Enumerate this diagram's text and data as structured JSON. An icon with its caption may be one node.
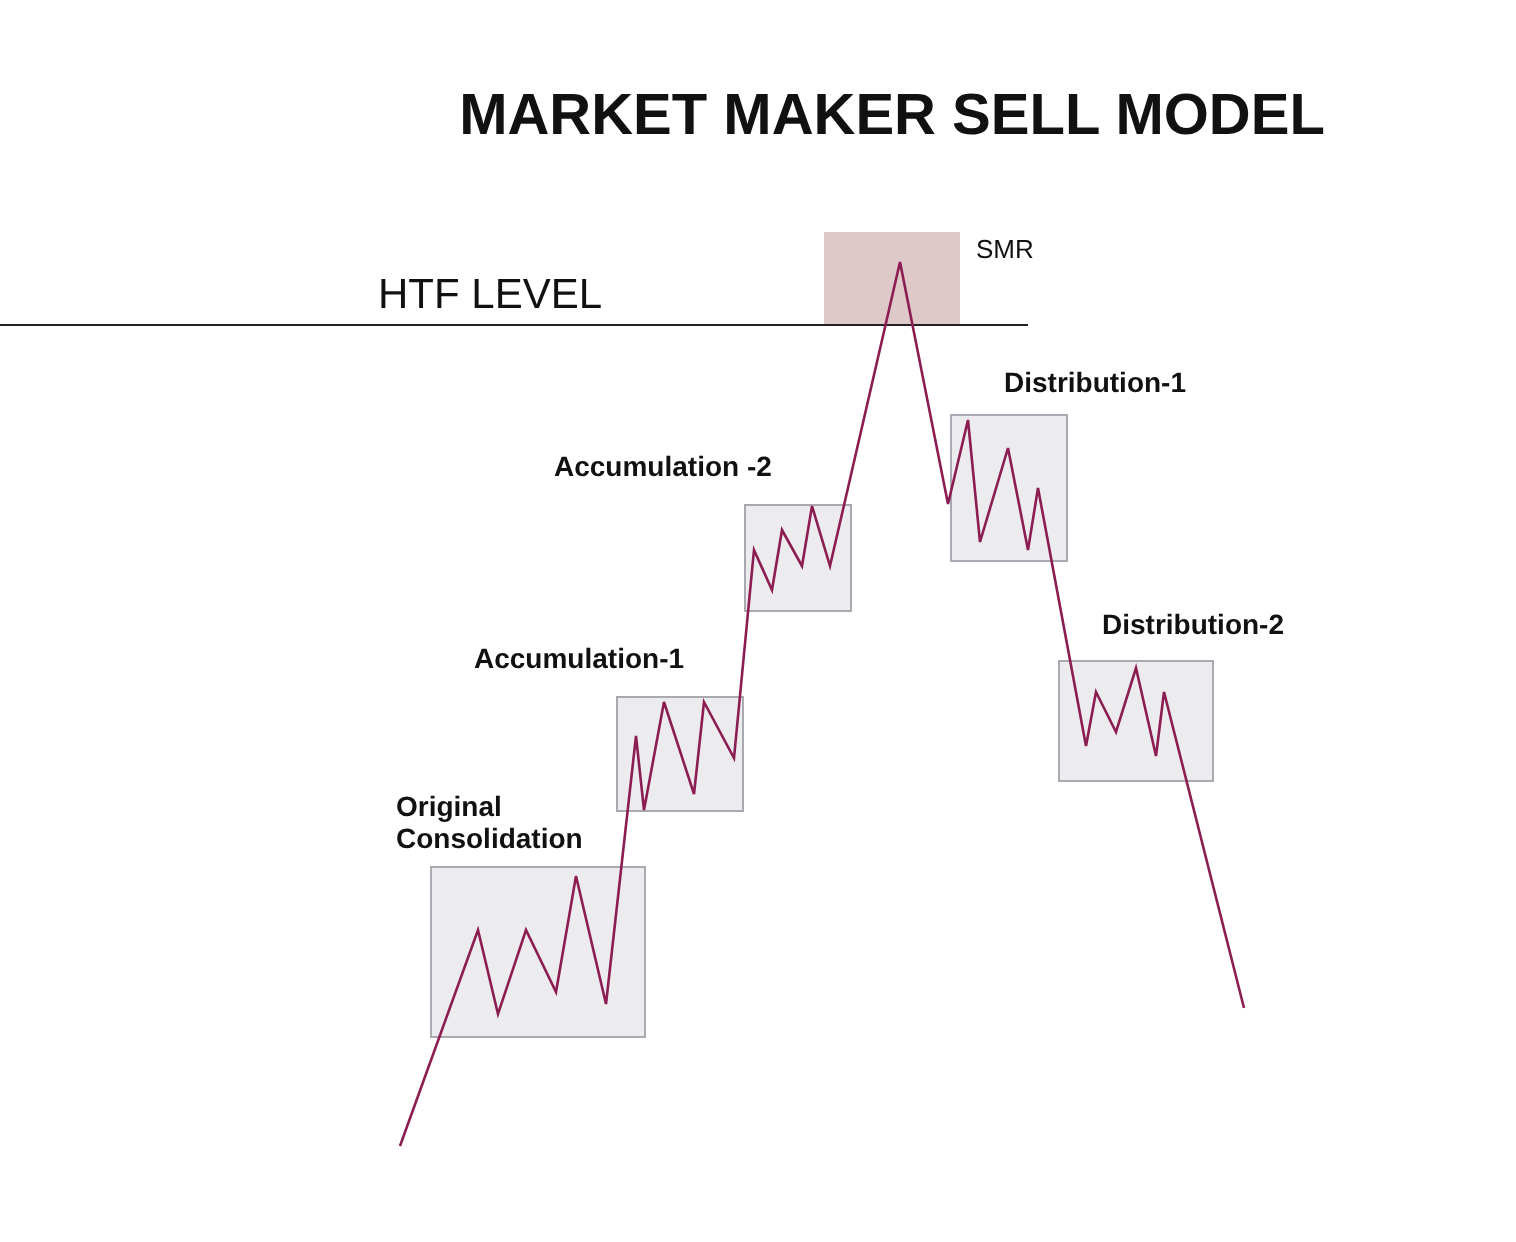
{
  "diagram": {
    "title": "MARKET MAKER SELL MODEL",
    "nodes": [
      {
        "text": [
          "Original Consolidation"
        ]
      },
      {
        "text": [
          "Accumulation-1"
        ]
      },
      {
        "text": [
          "Accumulation -2"
        ]
      },
      {
        "text": [
          "SMR"
        ]
      },
      {
        "text": [
          "Distribution-1"
        ]
      },
      {
        "text": [
          "Distribution-2"
        ]
      }
    ],
    "labels": [
      "HTF LEVEL"
    ]
  }
}
